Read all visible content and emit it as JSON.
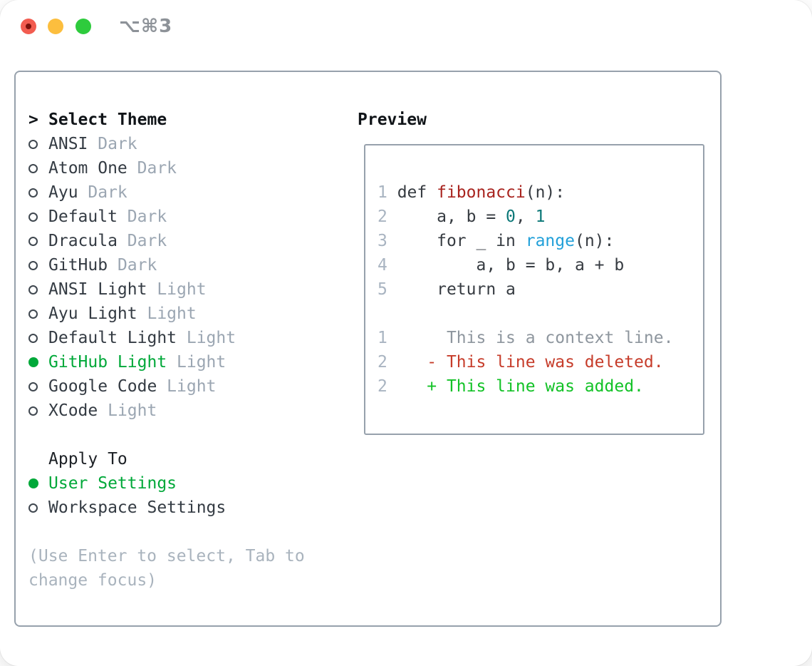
{
  "window": {
    "title": "⌥⌘3",
    "traffic_lights": [
      "close",
      "minimize",
      "zoom"
    ]
  },
  "theme_picker": {
    "header": {
      "prefix": ">",
      "label": "Select Theme"
    },
    "themes": [
      {
        "name": "ANSI",
        "variant": "Dark",
        "selected": false
      },
      {
        "name": "Atom One",
        "variant": "Dark",
        "selected": false
      },
      {
        "name": "Ayu",
        "variant": "Dark",
        "selected": false
      },
      {
        "name": "Default",
        "variant": "Dark",
        "selected": false
      },
      {
        "name": "Dracula",
        "variant": "Dark",
        "selected": false
      },
      {
        "name": "GitHub",
        "variant": "Dark",
        "selected": false
      },
      {
        "name": "ANSI Light",
        "variant": "Light",
        "selected": false
      },
      {
        "name": "Ayu Light",
        "variant": "Light",
        "selected": false
      },
      {
        "name": "Default Light",
        "variant": "Light",
        "selected": false
      },
      {
        "name": "GitHub Light",
        "variant": "Light",
        "selected": true
      },
      {
        "name": "Google Code",
        "variant": "Light",
        "selected": false
      },
      {
        "name": "XCode",
        "variant": "Light",
        "selected": false
      }
    ],
    "apply_to": {
      "label": "Apply To",
      "options": [
        {
          "name": "User Settings",
          "selected": true
        },
        {
          "name": "Workspace Settings",
          "selected": false
        }
      ]
    },
    "hint": "(Use Enter to select, Tab to change focus)"
  },
  "preview": {
    "label": "Preview",
    "lines": [
      {
        "num": "1",
        "tokens": [
          {
            "c": "code",
            "t": "def "
          },
          {
            "c": "function",
            "t": "fibonacci"
          },
          {
            "c": "code",
            "t": "(n):"
          }
        ]
      },
      {
        "num": "2",
        "tokens": [
          {
            "c": "code",
            "t": "    a, b = "
          },
          {
            "c": "number",
            "t": "0"
          },
          {
            "c": "code",
            "t": ", "
          },
          {
            "c": "number",
            "t": "1"
          }
        ]
      },
      {
        "num": "3",
        "tokens": [
          {
            "c": "code",
            "t": "    for _ in "
          },
          {
            "c": "builtin",
            "t": "range"
          },
          {
            "c": "code",
            "t": "(n):"
          }
        ]
      },
      {
        "num": "4",
        "tokens": [
          {
            "c": "code",
            "t": "        a, b = b, a + b"
          }
        ]
      },
      {
        "num": "5",
        "tokens": [
          {
            "c": "code",
            "t": "    return a"
          }
        ]
      },
      {
        "num": "",
        "tokens": []
      },
      {
        "num": "1",
        "tokens": [
          {
            "c": "context",
            "t": "     This is a context line."
          }
        ]
      },
      {
        "num": "2",
        "tokens": [
          {
            "c": "deleted",
            "t": "   - This line was deleted."
          }
        ]
      },
      {
        "num": "2",
        "tokens": [
          {
            "c": "added",
            "t": "   + This line was added."
          }
        ]
      }
    ]
  },
  "colors": {
    "panel_border": "#97a1ac",
    "selected_green": "#00a839",
    "list_text": "#343b43",
    "muted_variant": "#9ba6b2",
    "hint_text": "#a9b3bd",
    "line_number": "#a9b4c1",
    "code_text": "#363b41",
    "function_red": "#a8231e",
    "number_teal": "#0c7878",
    "builtin_blue": "#22a0d9",
    "context_gray": "#8e969e",
    "deleted_red": "#c63c2a",
    "added_green": "#12c226",
    "traffic_red": "#f25c50",
    "traffic_yellow": "#fcbe3e",
    "traffic_green": "#2ecb3d",
    "title_gray": "#8d9298"
  }
}
